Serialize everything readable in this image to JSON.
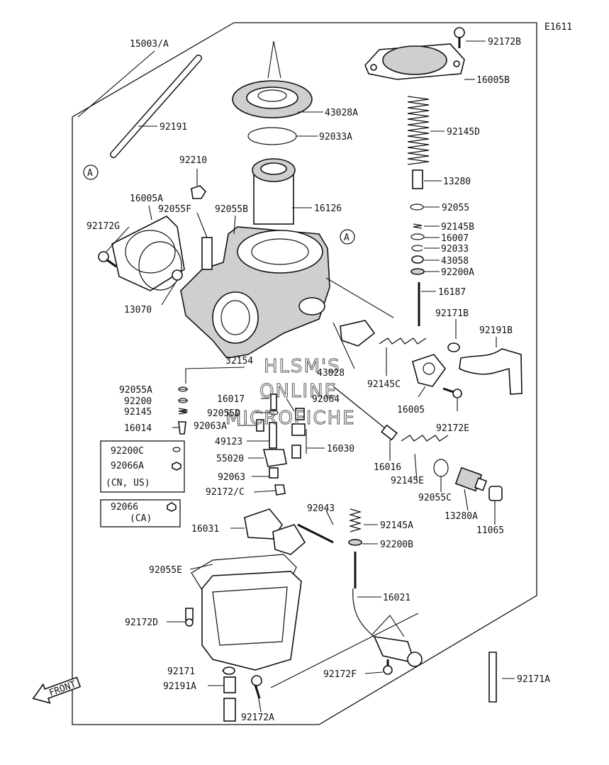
{
  "diagram": {
    "code": "E1611",
    "front_label": "FRONT",
    "watermark": [
      "HLSM'S",
      "ONLINE",
      "MICROFICHE"
    ],
    "callout_a": "A",
    "labels": {
      "l15003a": "15003/A",
      "l92191": "92191",
      "l92172b": "92172B",
      "l16005b": "16005B",
      "l43028a": "43028A",
      "l92033a": "92033A",
      "l92145d": "92145D",
      "l92210": "92210",
      "l13280": "13280",
      "l16005a": "16005A",
      "l92055f": "92055F",
      "l92055b": "92055B",
      "l16126": "16126",
      "l92055": "92055",
      "l92172g": "92172G",
      "l92145b": "92145B",
      "l16007": "16007",
      "l92033": "92033",
      "l43058": "43058",
      "l92200a": "92200A",
      "l16187": "16187",
      "l13070": "13070",
      "l92171b": "92171B",
      "l92191b": "92191B",
      "l43028": "43028",
      "l32154": "32154",
      "l92145c": "92145C",
      "l92055a": "92055A",
      "l16017": "16017",
      "l92064": "92064",
      "l92200": "92200",
      "l92145": "92145",
      "l92055d": "92055D",
      "l16005": "16005",
      "l16014": "16014",
      "l92063a": "92063A",
      "l92172e": "92172E",
      "l49123": "49123",
      "l16030": "16030",
      "l92200c": "92200C",
      "l92066a": "92066A",
      "l55020": "55020",
      "l16016": "16016",
      "l92063": "92063",
      "l92145e": "92145E",
      "lcnus": "(CN, US)",
      "l92172c": "92172/C",
      "l92055c": "92055C",
      "l13280a": "13280A",
      "l11065": "11065",
      "l92066": "92066",
      "lca": "(CA)",
      "l92043": "92043",
      "l92145a": "92145A",
      "l16031": "16031",
      "l92200b": "92200B",
      "l92055e": "92055E",
      "l16021": "16021",
      "l92172d": "92172D",
      "l92171": "92171",
      "l92172f": "92172F",
      "l92171a": "92171A",
      "l92191a": "92191A",
      "l92172a": "92172A"
    }
  }
}
